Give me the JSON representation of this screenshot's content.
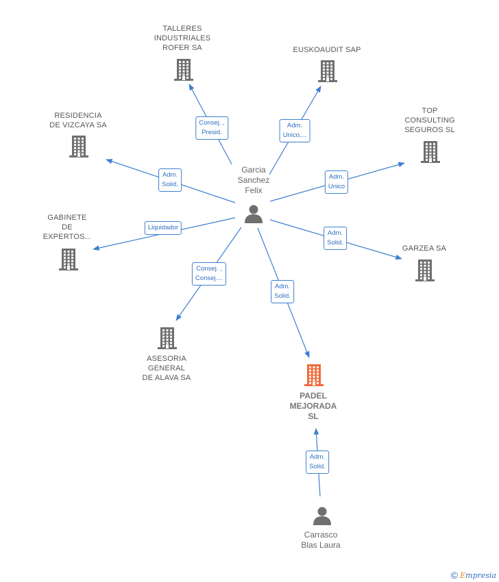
{
  "center": {
    "id": "garcia",
    "label": [
      "Garcia",
      "Sanchez",
      "Felix"
    ]
  },
  "nodes": [
    {
      "id": "talleres",
      "type": "company",
      "label": [
        "TALLERES",
        "INDUSTRIALES",
        "ROFER SA"
      ]
    },
    {
      "id": "euskoaudit",
      "type": "company",
      "label": [
        "EUSKOAUDIT SAP"
      ]
    },
    {
      "id": "residencia",
      "type": "company",
      "label": [
        "RESIDENCIA",
        "DE VIZCAYA SA"
      ]
    },
    {
      "id": "top",
      "type": "company",
      "label": [
        "TOP",
        "CONSULTING",
        "SEGUROS SL"
      ]
    },
    {
      "id": "gabinete",
      "type": "company",
      "label": [
        "GABINETE",
        "DE",
        "EXPERTOS..."
      ]
    },
    {
      "id": "garzea",
      "type": "company",
      "label": [
        "GARZEA SA"
      ]
    },
    {
      "id": "asesoria",
      "type": "company",
      "label": [
        "ASESORIA",
        "GENERAL",
        "DE ALAVA SA"
      ]
    },
    {
      "id": "padel",
      "type": "company-highlight",
      "label": [
        "PADEL",
        "MEJORADA",
        "SL"
      ]
    },
    {
      "id": "carrasco",
      "type": "person",
      "label": [
        "Carrasco",
        "Blas Laura"
      ]
    }
  ],
  "edges": [
    {
      "from": "garcia",
      "to": "talleres",
      "label": [
        "Consej. ,",
        "Presid."
      ]
    },
    {
      "from": "garcia",
      "to": "euskoaudit",
      "label": [
        "Adm.",
        "Unico,..."
      ]
    },
    {
      "from": "garcia",
      "to": "residencia",
      "label": [
        "Adm.",
        "Solid."
      ]
    },
    {
      "from": "garcia",
      "to": "top",
      "label": [
        "Adm.",
        "Unico"
      ]
    },
    {
      "from": "garcia",
      "to": "gabinete",
      "label": [
        "Liquidador"
      ]
    },
    {
      "from": "garcia",
      "to": "garzea",
      "label": [
        "Adm.",
        "Solid."
      ]
    },
    {
      "from": "garcia",
      "to": "asesoria",
      "label": [
        "Consej. ,",
        "Consej...."
      ]
    },
    {
      "from": "garcia",
      "to": "padel",
      "label": [
        "Adm.",
        "Solid."
      ]
    },
    {
      "from": "carrasco",
      "to": "padel",
      "label": [
        "Adm.",
        "Solid."
      ]
    }
  ],
  "colors": {
    "edge": "#3d7fd0",
    "company_icon": "#6f6f6f",
    "highlight_icon": "#f26b3a",
    "person_icon": "#6f6f6f"
  },
  "footer": {
    "copyright": "©",
    "brand_first": "E",
    "brand_rest": "mpresia"
  }
}
